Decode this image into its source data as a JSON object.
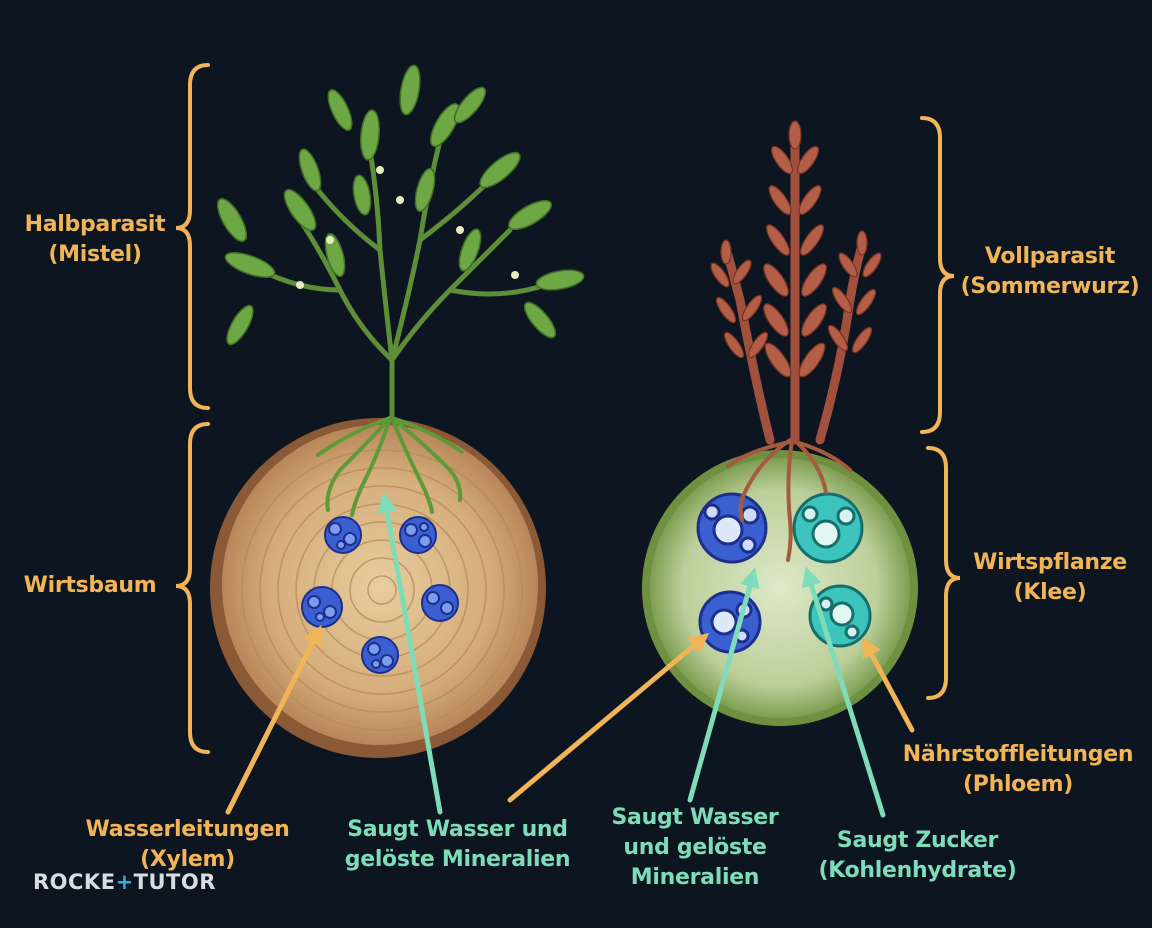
{
  "labels": {
    "halbparasit": "Halbparasit\n(Mistel)",
    "wirtsbaum": "Wirtsbaum",
    "vollparasit": "Vollparasit\n(Sommerwurz)",
    "wirtspflanze": "Wirtspflanze\n(Klee)",
    "xylem": "Wasserleitungen\n(Xylem)",
    "saugt_wasser_left": "Saugt Wasser und\ngelöste Mineralien",
    "saugt_wasser_right": "Saugt Wasser\nund gelöste\nMineralien",
    "saugt_zucker": "Saugt Zucker\n(Kohlenhydrate)",
    "phloem": "Nährstoffleitungen\n(Phloem)"
  },
  "logo": {
    "part1": "ROCKE",
    "plus": "+",
    "part2": "TUTOR"
  },
  "colors": {
    "background": "#0c1520",
    "orange": "#f1b457",
    "teal": "#7fdcb9",
    "wood": "#d7b384",
    "xylem_blue": "#3a5fd0",
    "phloem_teal": "#3cc4bd",
    "plant_green": "#6ea845",
    "parasite_red": "#a0503d"
  }
}
